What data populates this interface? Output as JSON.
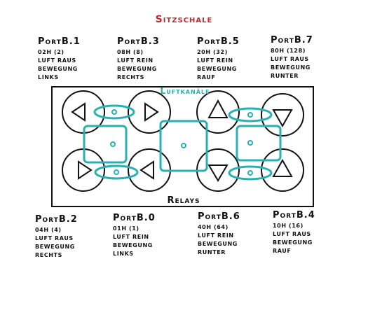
{
  "title": "Sitzschale",
  "top_ports": [
    {
      "name": "PortB.1",
      "lines": [
        "02H (2)",
        "Luft raus",
        "Bewegung",
        "links"
      ]
    },
    {
      "name": "PortB.3",
      "lines": [
        "08H (8)",
        "Luft rein",
        "Bewegung",
        "rechts"
      ]
    },
    {
      "name": "PortB.5",
      "lines": [
        "20H (32)",
        "Luft rein",
        "Bewegung",
        "rauf"
      ]
    },
    {
      "name": "PortB.7",
      "lines": [
        "80H (128)",
        "Luft raus",
        "Bewegung",
        "runter"
      ]
    }
  ],
  "bottom_ports": [
    {
      "name": "PortB.2",
      "lines": [
        "04H (4)",
        "Luft raus",
        "Bewegung",
        "rechts"
      ]
    },
    {
      "name": "PortB.0",
      "lines": [
        "01H (1)",
        "Luft rein",
        "Bewegung",
        "links"
      ]
    },
    {
      "name": "PortB.6",
      "lines": [
        "40H (64)",
        "Luft rein",
        "Bewegung",
        "runter"
      ]
    },
    {
      "name": "PortB.4",
      "lines": [
        "10H (16)",
        "Luft raus",
        "Bewegung",
        "rauf"
      ]
    }
  ],
  "box_top_label": "Luftkanäle",
  "box_bottom_label": "Relays",
  "colors": {
    "title": "#c0282d",
    "channel": "#2ab0b0",
    "outline": "#111111"
  }
}
